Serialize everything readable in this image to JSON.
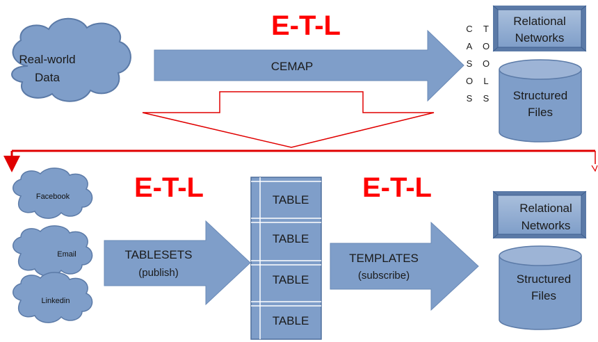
{
  "top_row": {
    "source_cloud": [
      "Real-world",
      "Data"
    ],
    "etl_label": "E-T-L",
    "arrow_label": "CEMAP",
    "casos_tools": {
      "col1": [
        "C",
        "A",
        "S",
        "O",
        "S"
      ],
      "col2": [
        "T",
        "O",
        "O",
        "L",
        "S"
      ]
    },
    "relational_box": [
      "Relational",
      "Networks"
    ],
    "structured_cylinder": [
      "Structured",
      "Files"
    ]
  },
  "bottom_row": {
    "source_clouds": [
      "Facebook",
      "Email",
      "Linkedin"
    ],
    "etl_left": "E-T-L",
    "arrow_left": [
      "TABLESETS",
      "(publish)"
    ],
    "tables": [
      "TABLE",
      "TABLE",
      "TABLE",
      "TABLE"
    ],
    "etl_right": "E-T-L",
    "arrow_right": [
      "TEMPLATES",
      "(subscribe)"
    ],
    "relational_box": [
      "Relational",
      "Networks"
    ],
    "structured_cylinder": [
      "Structured",
      "Files"
    ]
  },
  "colors": {
    "shape_fill": "#7f9ec9",
    "shape_stroke": "#5b7aa7",
    "etl_red": "#ff0000",
    "connector_red": "#e00000"
  }
}
